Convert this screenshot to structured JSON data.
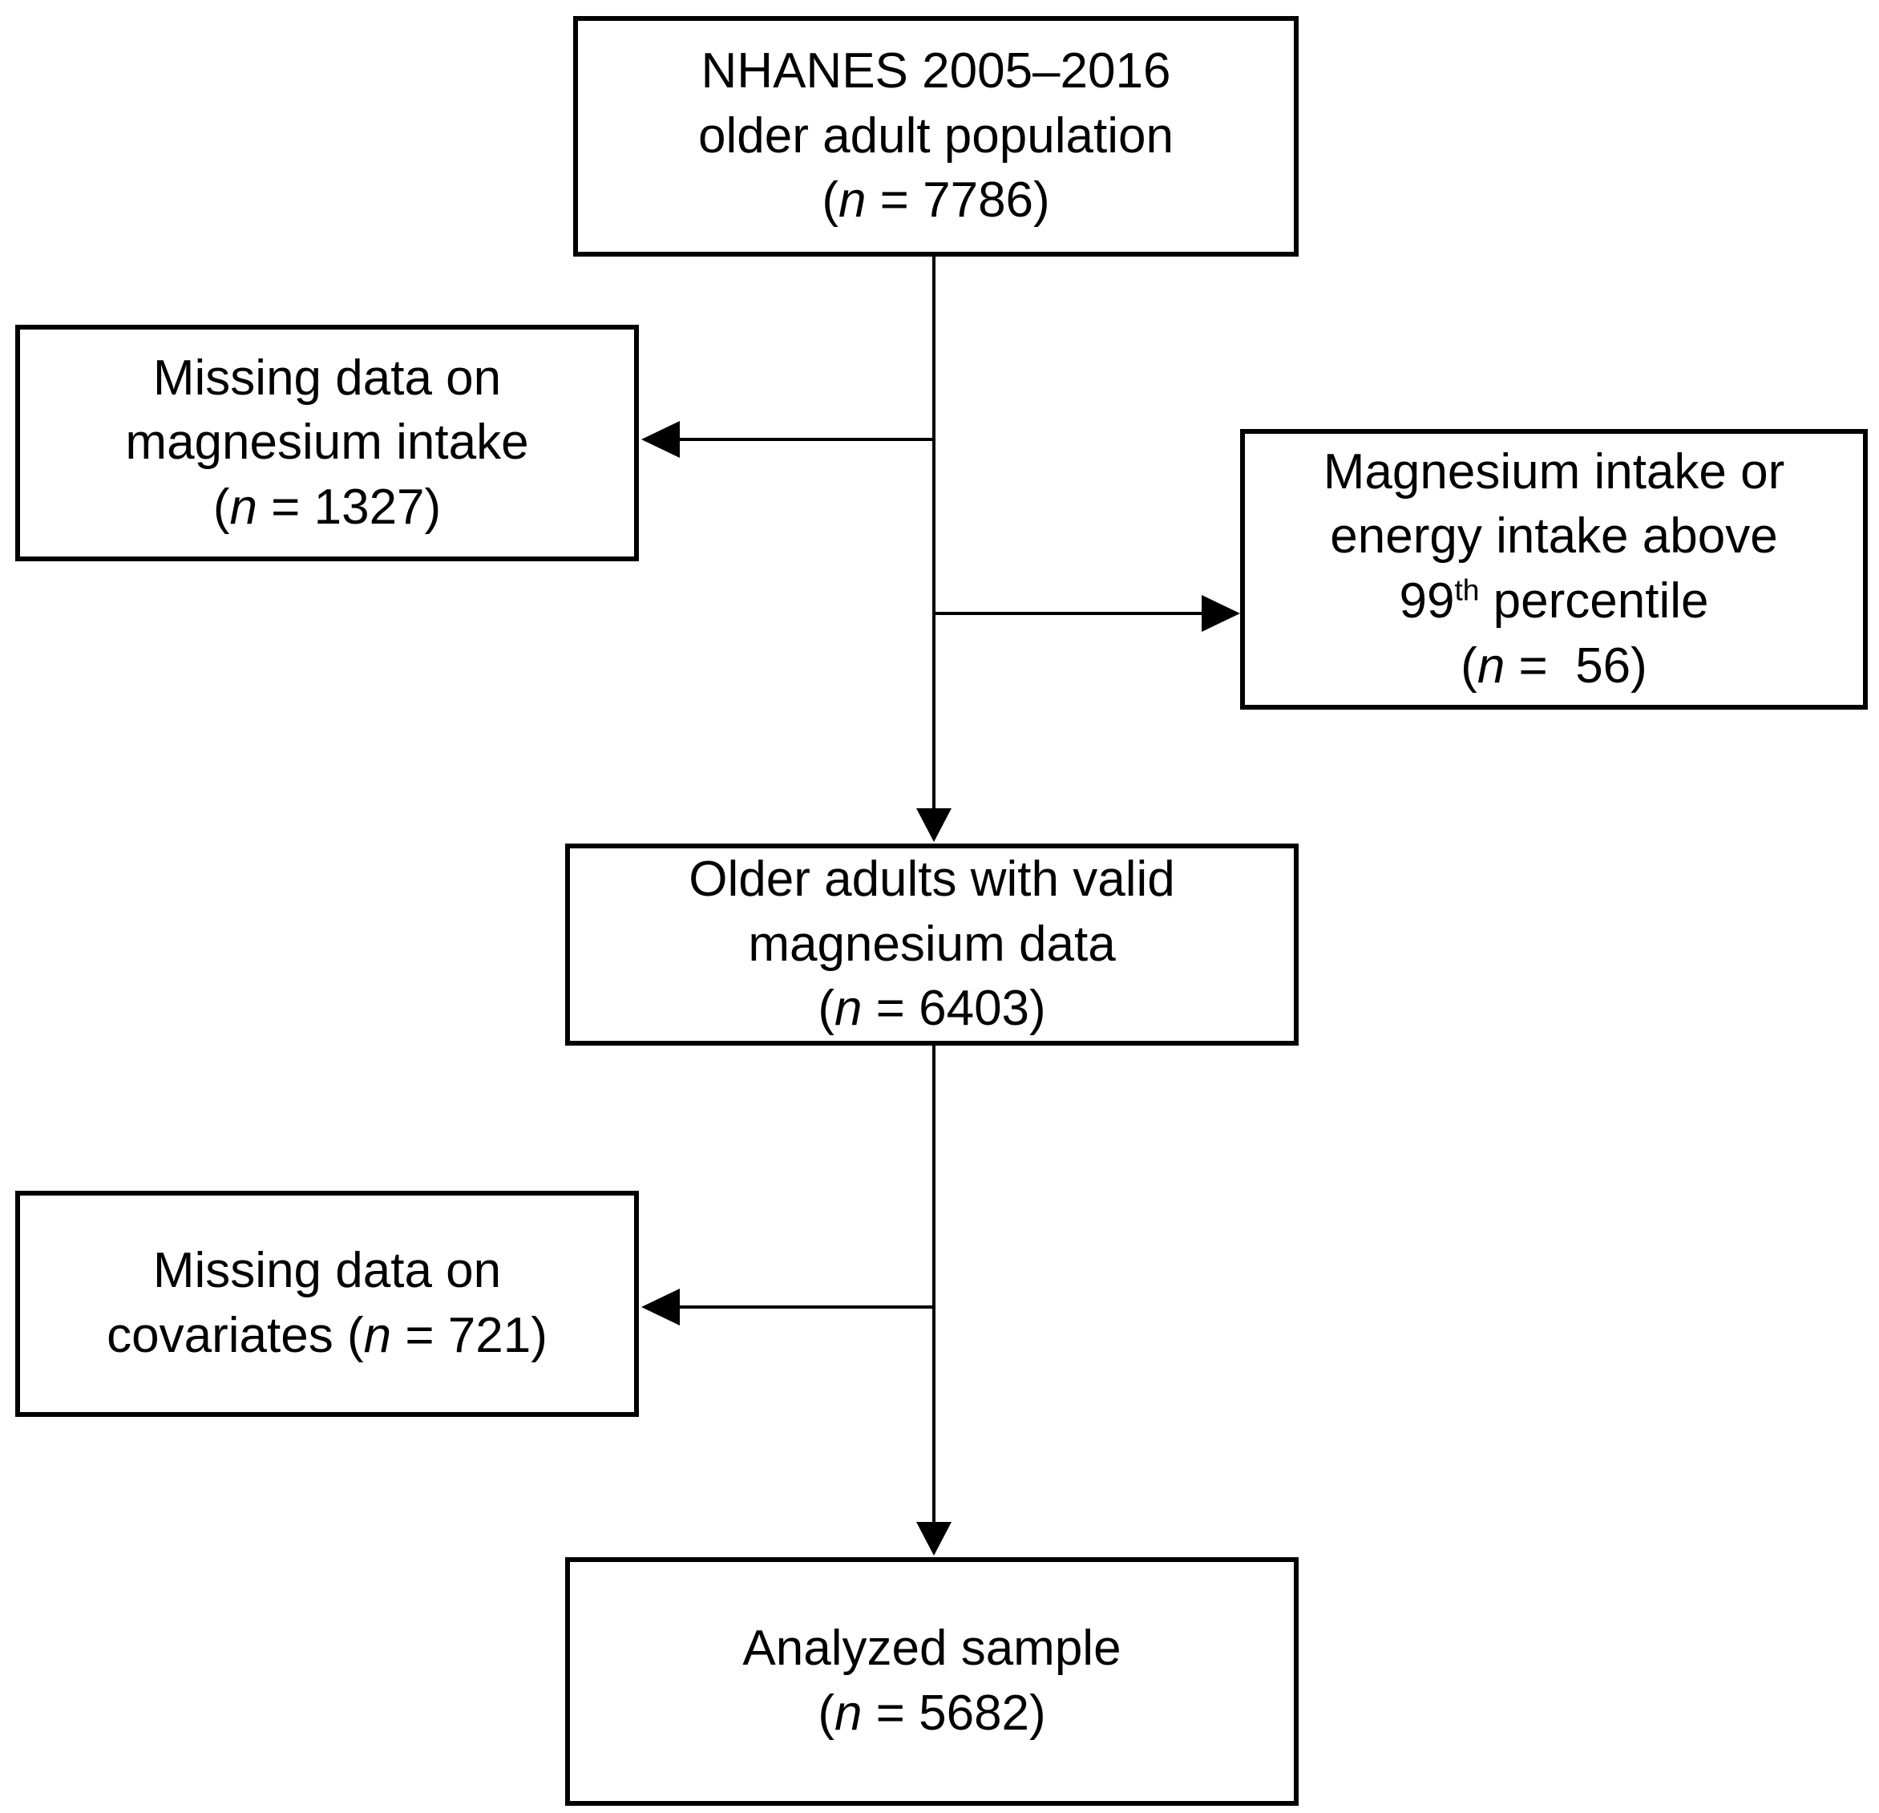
{
  "figure": {
    "kind": "participant-flow-diagram",
    "background_color": "#ffffff",
    "box_border_color": "#000000",
    "connector_color": "#000000",
    "text_color": "#000000"
  },
  "nodes": {
    "population": {
      "line1": "NHANES 2005–2016",
      "line2": "older adult population",
      "n_open": "(",
      "n_var": "n",
      "n_rest": " = 7786)",
      "n_value": 7786
    },
    "missing_magnesium": {
      "line1": "Missing data on",
      "line2": "magnesium intake",
      "n_open": "(",
      "n_var": "n",
      "n_rest": " = 1327)",
      "n_value": 1327
    },
    "above_99th": {
      "line1": "Magnesium intake or",
      "line2": "energy intake above",
      "line3_pre": "99",
      "line3_sup": "th",
      "line3_post": " percentile",
      "n_open": "(",
      "n_var": "n",
      "n_rest": " =  56)",
      "n_value": 56
    },
    "valid_magnesium": {
      "line1": "Older adults with valid",
      "line2": "magnesium data",
      "n_open": "(",
      "n_var": "n",
      "n_rest": " = 6403)",
      "n_value": 6403
    },
    "missing_covariates": {
      "line1": "Missing data on",
      "line2_pre": "covariates (",
      "line2_var": "n",
      "line2_post": " = 721)",
      "n_value": 721
    },
    "analyzed": {
      "line1": "Analyzed sample",
      "n_open": "(",
      "n_var": "n",
      "n_rest": " = 5682)",
      "n_value": 5682
    }
  },
  "edges": [
    {
      "from": "population",
      "to": "valid_magnesium",
      "direction": "down"
    },
    {
      "from": "population",
      "to": "missing_magnesium",
      "direction": "left"
    },
    {
      "from": "population",
      "to": "above_99th",
      "direction": "right"
    },
    {
      "from": "valid_magnesium",
      "to": "analyzed",
      "direction": "down"
    },
    {
      "from": "valid_magnesium",
      "to": "missing_covariates",
      "direction": "left"
    }
  ]
}
